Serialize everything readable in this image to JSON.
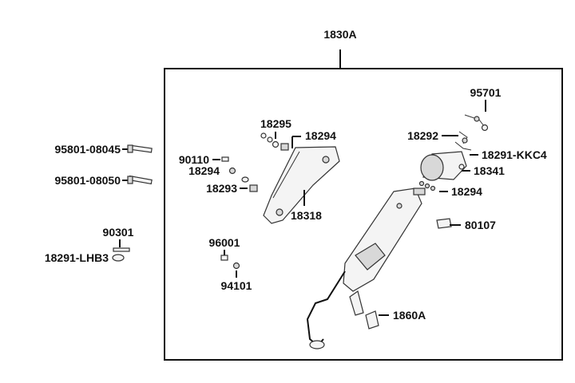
{
  "diagram": {
    "assembly_label": "1830A",
    "labels": {
      "bolt_upper": "95801-08045",
      "bolt_lower": "95801-08050",
      "washer_left": "90301",
      "gasket_left": "18291-LHB3",
      "screw_90110": "90110",
      "nut_18294_left": "18294",
      "spacer_18293": "18293",
      "screw_18295": "18295",
      "nut_18294_top": "18294",
      "heat_shield": "18318",
      "screw_96001": "96001",
      "washer_94101": "94101",
      "sensor_95701": "95701",
      "bracket_18292": "18292",
      "gasket_kkc4": "18291-KKC4",
      "end_cap": "18341",
      "nut_18294_right": "18294",
      "label_80107": "80107",
      "gasket_1860a": "1860A"
    }
  }
}
